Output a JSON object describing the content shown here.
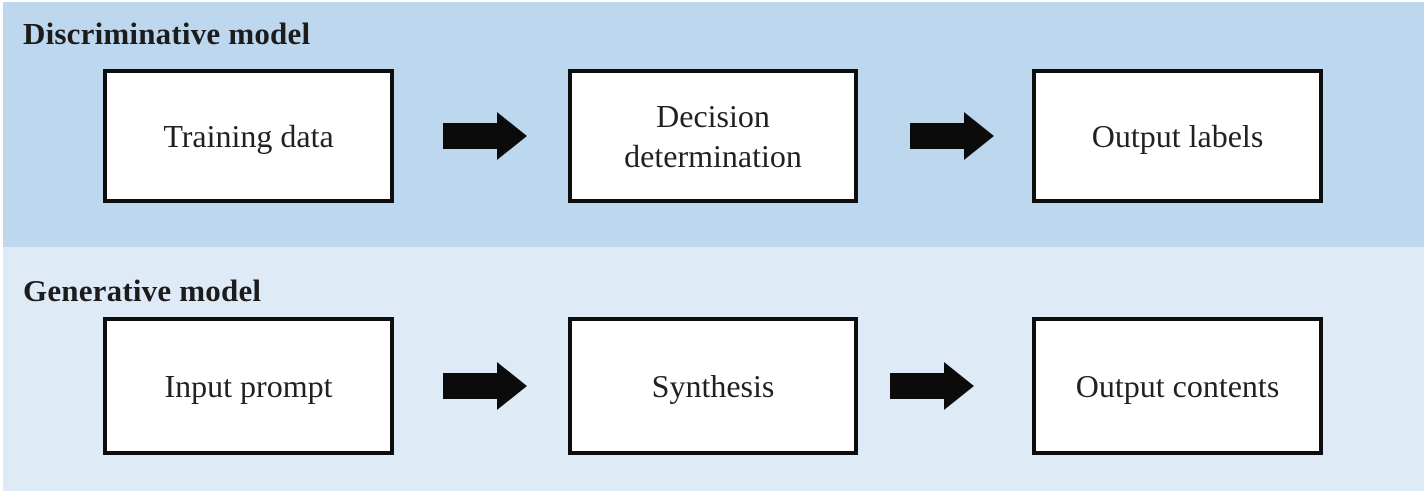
{
  "colors": {
    "page_bg": "#FFFFFF",
    "band1_bg": "#BDD7EE",
    "band2_bg": "#DEEAF6",
    "box_bg": "#FFFFFF",
    "box_border": "#0D0D0D",
    "arrow_fill": "#0B0B0B",
    "title_text": "#1C1C1C",
    "box_text": "#212121"
  },
  "diagram": {
    "rows": [
      {
        "id": "discriminative-model",
        "title": "Discriminative model",
        "boxes": [
          {
            "label": "Training data"
          },
          {
            "label": "Decision determination"
          },
          {
            "label": "Output labels"
          }
        ],
        "arrow_icon": "right-block-arrow"
      },
      {
        "id": "generative-model",
        "title": "Generative model",
        "boxes": [
          {
            "label": "Input prompt"
          },
          {
            "label": "Synthesis"
          },
          {
            "label": "Output contents"
          }
        ],
        "arrow_icon": "right-block-arrow"
      }
    ]
  }
}
